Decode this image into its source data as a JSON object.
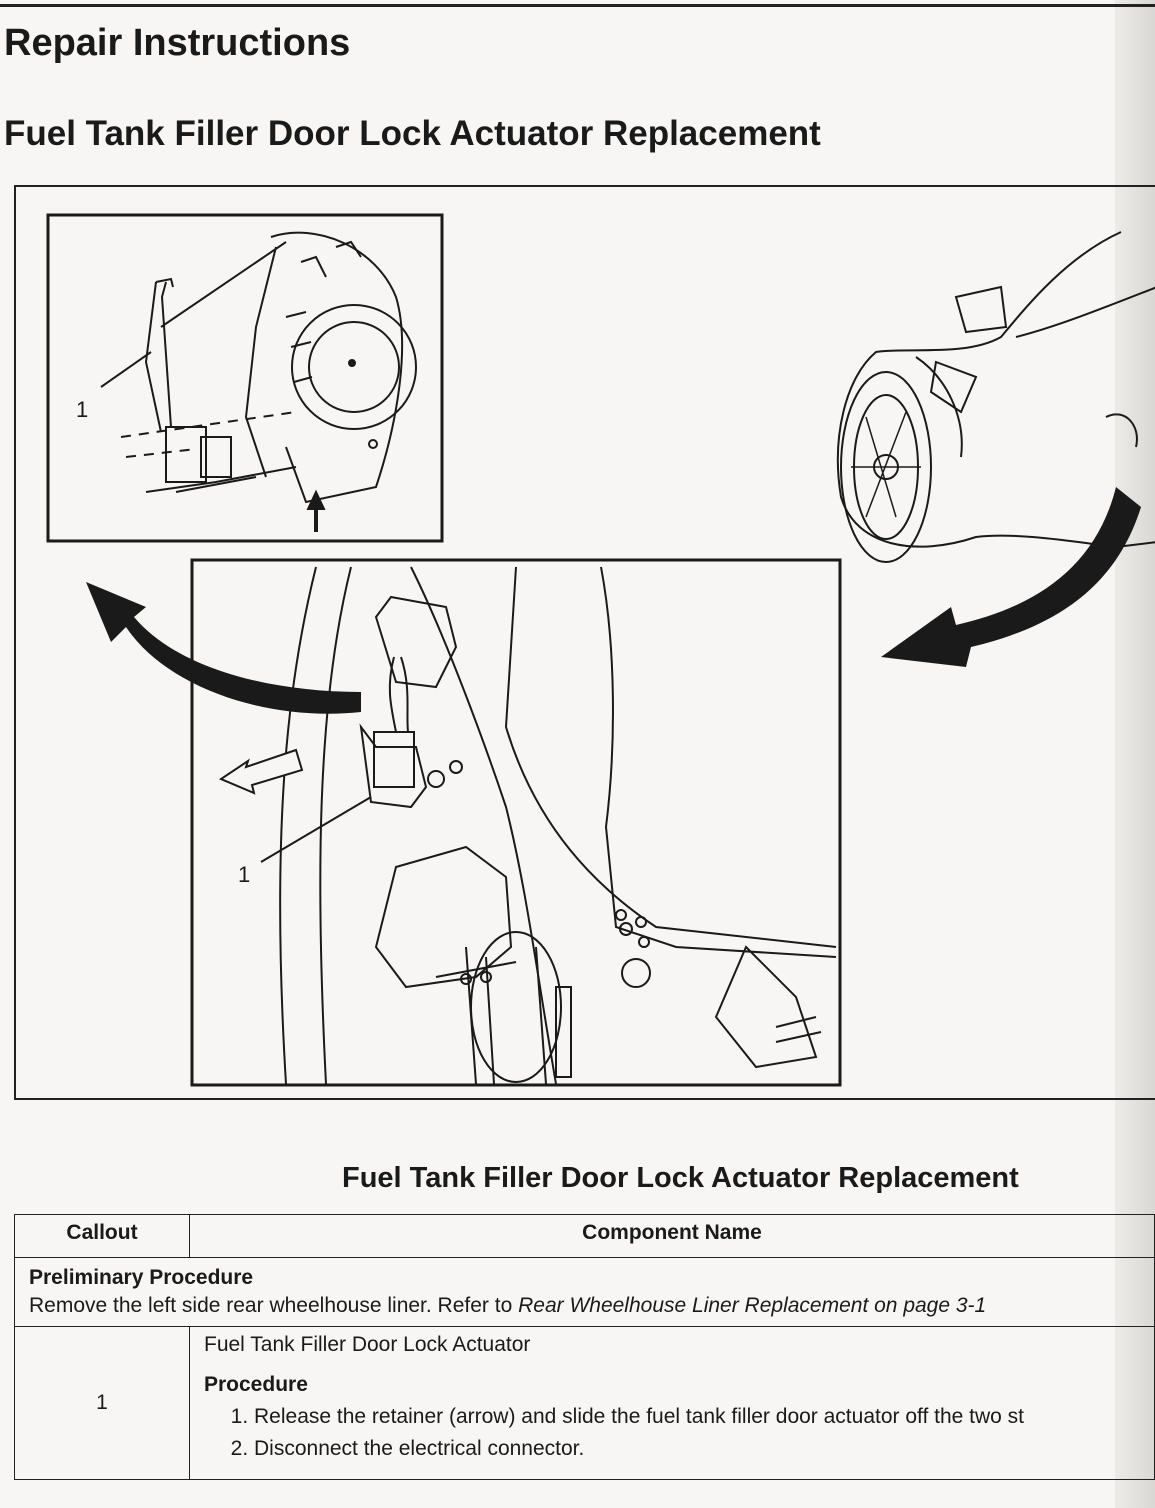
{
  "header": {
    "section_title": "Repair Instructions",
    "page_title": "Fuel Tank Filler Door Lock Actuator Replacement"
  },
  "figure": {
    "callout_top_inset": "1",
    "callout_main_view": "1"
  },
  "table": {
    "title": "Fuel Tank Filler Door Lock Actuator Replacement",
    "col_callout": "Callout",
    "col_component": "Component Name",
    "preliminary_label": "Preliminary Procedure",
    "preliminary_text": "Remove the left side rear wheelhouse liner. Refer to ",
    "preliminary_ref": "Rear Wheelhouse Liner Replacement on page 3-1",
    "rows": [
      {
        "callout": "1",
        "component": "Fuel Tank Filler Door Lock Actuator",
        "procedure_label": "Procedure",
        "steps": [
          "Release the retainer (arrow) and slide the fuel tank filler door actuator off the two st",
          "Disconnect the electrical connector."
        ]
      }
    ]
  }
}
